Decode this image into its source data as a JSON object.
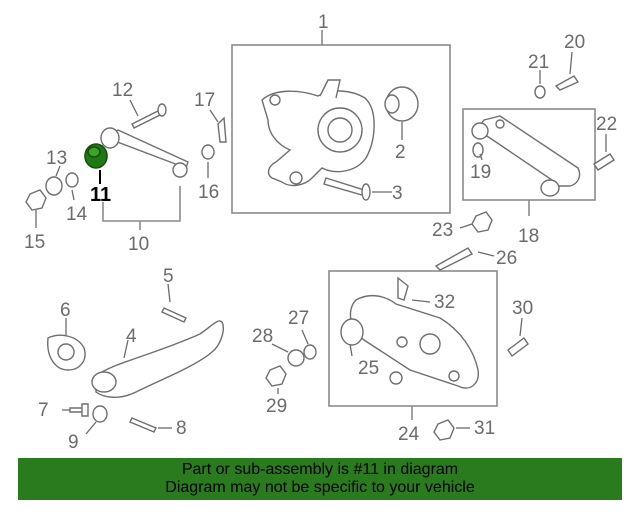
{
  "diagram": {
    "highlighted_part": "11",
    "callouts": [
      "1",
      "2",
      "3",
      "4",
      "5",
      "6",
      "7",
      "8",
      "9",
      "10",
      "11",
      "12",
      "13",
      "14",
      "15",
      "16",
      "17",
      "18",
      "19",
      "20",
      "21",
      "22",
      "23",
      "24",
      "25",
      "26",
      "27",
      "28",
      "29",
      "30",
      "31",
      "32"
    ],
    "colors": {
      "line": "#8a8a8a",
      "part_fill": "#ffffff",
      "highlight_fill": "#1f7a14",
      "footer_bg": "#2a7a1e"
    }
  },
  "footer": {
    "line1": "Part or sub-assembly is #11 in diagram",
    "line2": "Diagram may not be specific to your vehicle"
  }
}
